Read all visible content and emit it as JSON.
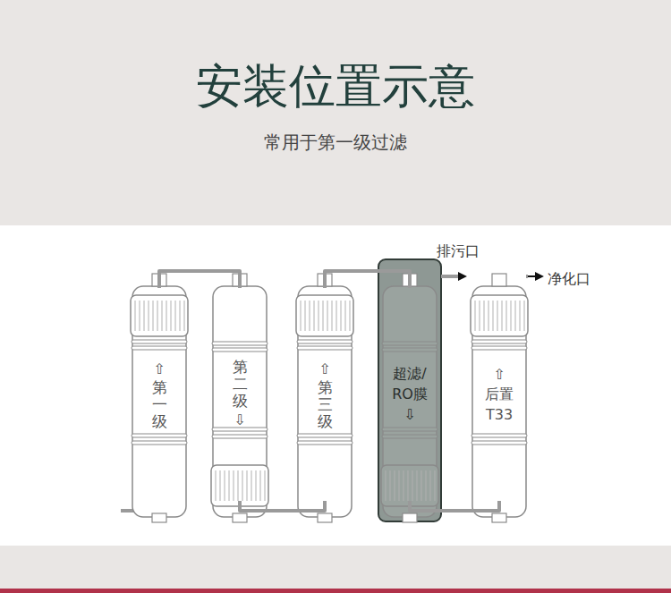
{
  "diagram": {
    "title": "安装位置示意",
    "caption": "常用于第一级过滤",
    "nodes": [
      {
        "text": [
          "⇧",
          "第一级"
        ]
      },
      {
        "text": [
          "第二级",
          "⇩"
        ]
      },
      {
        "text": [
          "⇧",
          "第三级"
        ]
      },
      {
        "text": [
          "超滤/ RO膜",
          "⇩"
        ]
      },
      {
        "text": [
          "⇧",
          "后置 T33"
        ]
      }
    ],
    "edges": [
      {
        "from": 0,
        "to": 1,
        "arrow": "none"
      },
      {
        "from": 1,
        "to": 2,
        "arrow": "none"
      },
      {
        "from": 2,
        "to": 3,
        "arrow": "none"
      },
      {
        "from": 3,
        "to": 4,
        "arrow": "none"
      }
    ],
    "labels": [
      "排污口",
      "净化口"
    ]
  }
}
